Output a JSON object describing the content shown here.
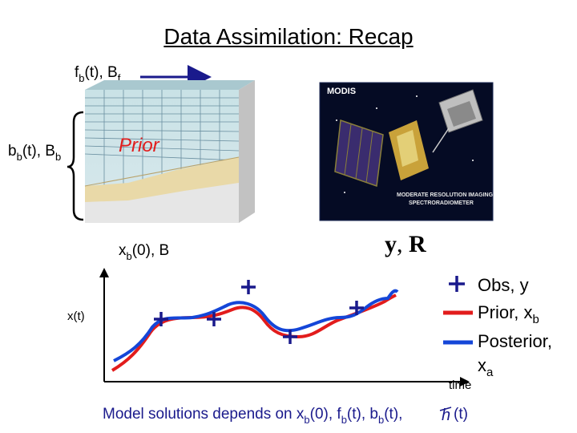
{
  "title": "Data Assimilation: Recap",
  "top_label": {
    "main": "f",
    "sub": "b",
    "rest": "(t), B",
    "sub2": "f"
  },
  "left_label": {
    "main": "b",
    "sub": "b",
    "rest": "(t), B",
    "sub2": "b"
  },
  "prior_label": "Prior",
  "init_label": {
    "main": "x",
    "sub": "b",
    "rest": "(0), B"
  },
  "obs_symbol": {
    "y": "y",
    "comma": ",",
    "R": "R"
  },
  "satellite": {
    "header": "MODIS",
    "caption_line1": "MODERATE RESOLUTION IMAGING",
    "caption_line2": "SPECTRORADIOMETER"
  },
  "plot": {
    "ylabel": "x(t)",
    "xlabel": "time"
  },
  "legend": {
    "obs": "Obs, y",
    "prior_main": "Prior, x",
    "prior_sub": "b",
    "posterior": "Posterior,",
    "posterior_x": "x",
    "posterior_sub": "a"
  },
  "caption": {
    "text": "Model solutions depends on x",
    "s1": "b",
    "t1": "(0), f",
    "s2": "b",
    "t2": "(t), b",
    "s3": "b",
    "t3": "(t), ",
    "t4": "(t)"
  },
  "colors": {
    "prior": "#e21c1c",
    "posterior": "#1446d8",
    "obs": "#1a1a8c",
    "arrow": "#1a1a8c"
  }
}
